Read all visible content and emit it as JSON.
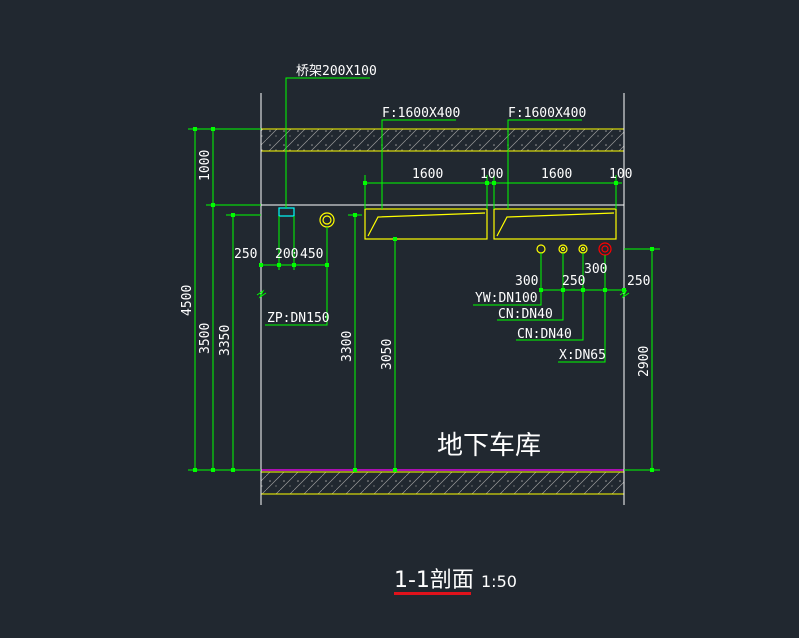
{
  "drawing": {
    "room_label": "地下车库",
    "section_title": "1-1剖面",
    "scale": "1:50",
    "colors": {
      "background": "#212830",
      "dimension": "#00ff00",
      "structure": "#ffffff",
      "duct": "#ffff00",
      "tray": "#00ffff",
      "fire_pipe": "#ff0000",
      "floor_line": "#ff00ff",
      "title_underline": "#e0121b"
    }
  },
  "annotations": {
    "cable_tray": "桥架200X100",
    "duct_left": "F:1600X400",
    "duct_right": "F:1600X400",
    "zp_pipe": "ZP:DN150",
    "yw_pipe": "YW:DN100",
    "cn_pipe_1": "CN:DN40",
    "cn_pipe_2": "CN:DN40",
    "x_pipe": "X:DN65"
  },
  "dimensions": {
    "top_1000": "1000",
    "total_4500": "4500",
    "h_3500": "3500",
    "h_3350": "3350",
    "h_3300": "3300",
    "h_3050": "3050",
    "h_2900": "2900",
    "d_1600_a": "1600",
    "d_100_a": "100",
    "d_1600_b": "1600",
    "d_100_b": "100",
    "d_250_left": "250",
    "d_200": "200",
    "d_450": "450",
    "d_300_a": "300",
    "d_250_mid": "250",
    "d_300_b": "300",
    "d_250_right": "250"
  }
}
